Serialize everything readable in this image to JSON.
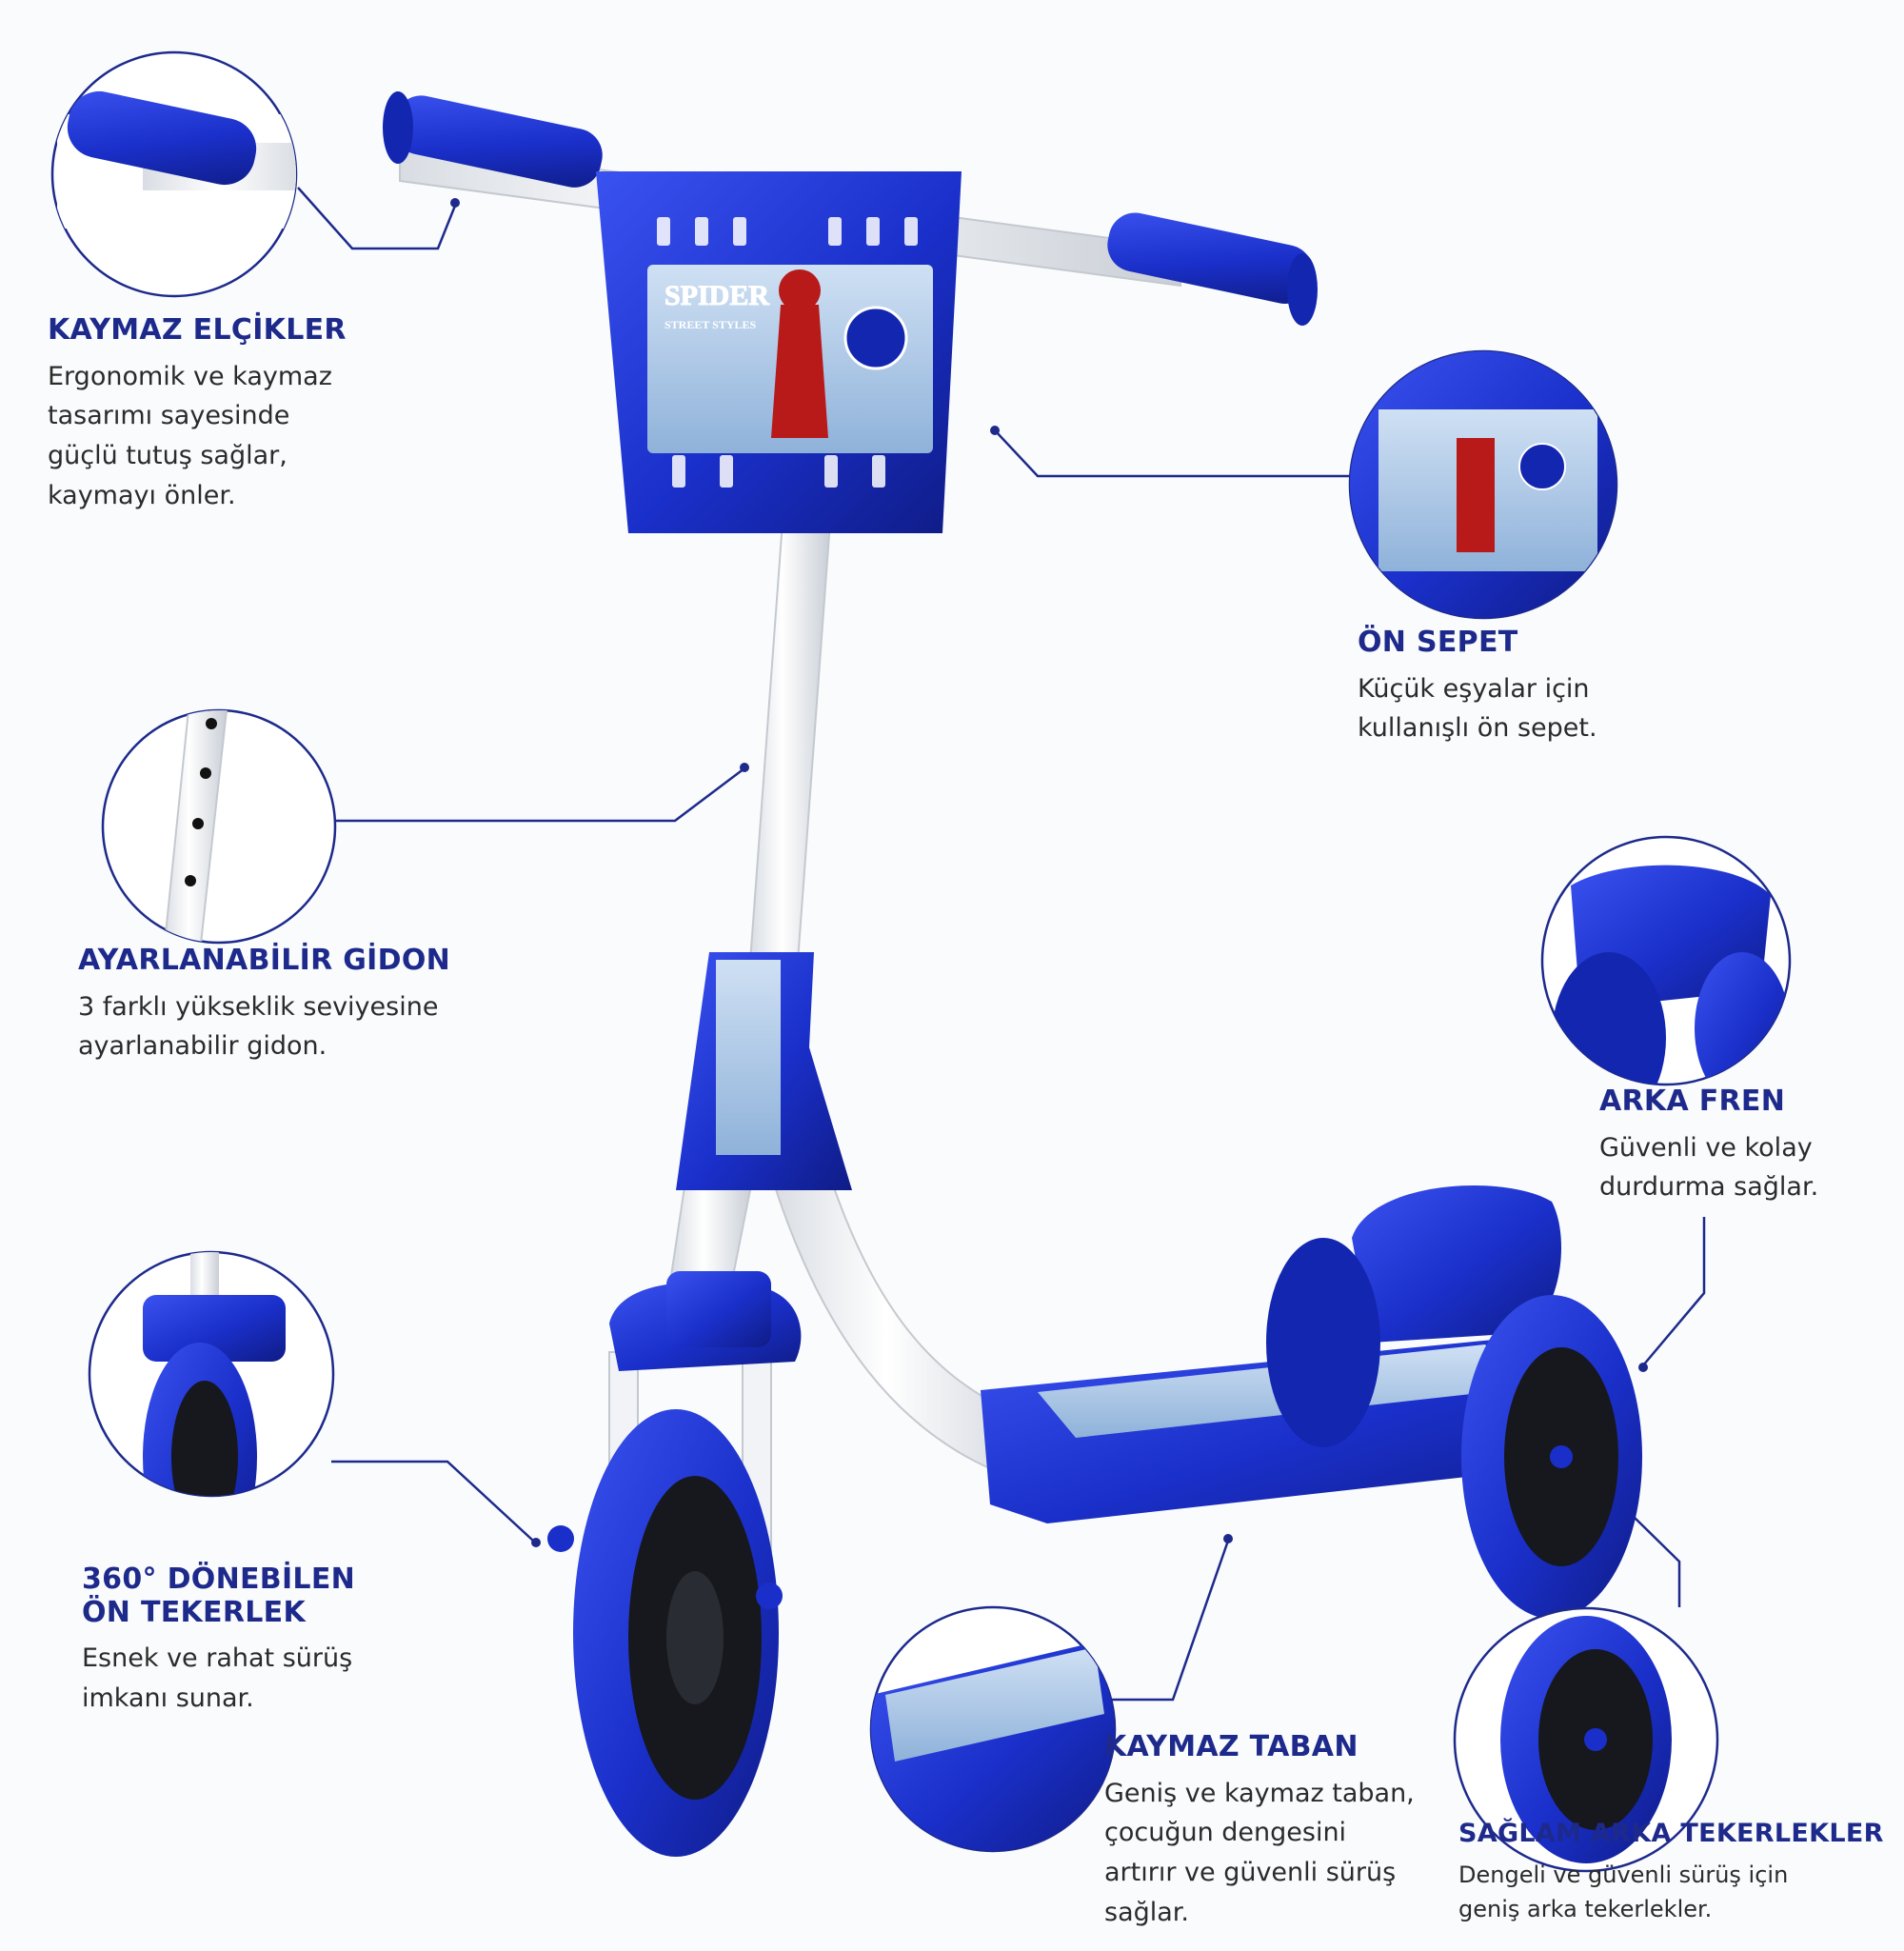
{
  "features": [
    {
      "id": "kaymaz-elcikler",
      "title": "KAYMAZ ELÇİKLER",
      "text": "Ergonomik ve kaymaz\ntasarımı sayesinde\ngüçlü tutuş sağlar,\nkaymayı önler."
    },
    {
      "id": "on-sepet",
      "title": "ÖN SEPET",
      "text": "Küçük eşyalar için\nkullanışlı ön sepet."
    },
    {
      "id": "ayarlanabilir-gidon",
      "title": "AYARLANABİLİR GİDON",
      "text": "3 farklı yükseklik seviyesine\nayarlanabilir gidon."
    },
    {
      "id": "arka-fren",
      "title": "ARKA FREN",
      "text": "Güvenli ve kolay\ndurdurma sağlar."
    },
    {
      "id": "on-tekerlek",
      "title": "360° DÖNEBİLEN\nÖN TEKERLEK",
      "text": "Esnek ve rahat sürüş\nimkanı sunar."
    },
    {
      "id": "kaymaz-taban",
      "title": "KAYMAZ TABAN",
      "text": "Geniş ve kaymaz taban,\nçocuğun dengesini\nartırır ve güvenli sürüş\nsağlar."
    },
    {
      "id": "arka-tekerlekler",
      "title": "SAĞLAM ARKA TEKERLEKLER",
      "text": "Dengeli ve güvenli sürüş için\ngeniş arka tekerlekler."
    }
  ],
  "basket_label": {
    "brand": "SPIDER",
    "subtitle": "STREET STYLES"
  },
  "colors": {
    "accent": "#1d2a8c",
    "scooter_blue": "#1a2fc9",
    "frame_white": "#ffffff",
    "text": "#2b2b2b",
    "callout_line": "#1d2a8c"
  }
}
